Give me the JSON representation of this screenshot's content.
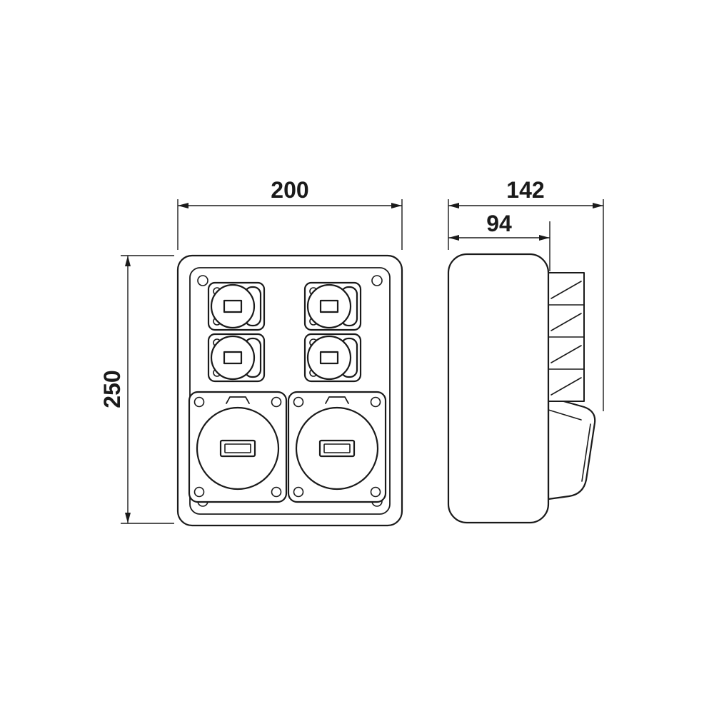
{
  "drawing": {
    "kind": "technical dimension drawing",
    "views": {
      "front": "front view of socket distribution box",
      "side": "side view of socket distribution box"
    },
    "dimensions": {
      "front_width": "200",
      "overall_depth": "142",
      "body_depth": "94",
      "height": "250"
    },
    "colors": {
      "line": "#1a1a1a",
      "background": "#ffffff"
    }
  }
}
